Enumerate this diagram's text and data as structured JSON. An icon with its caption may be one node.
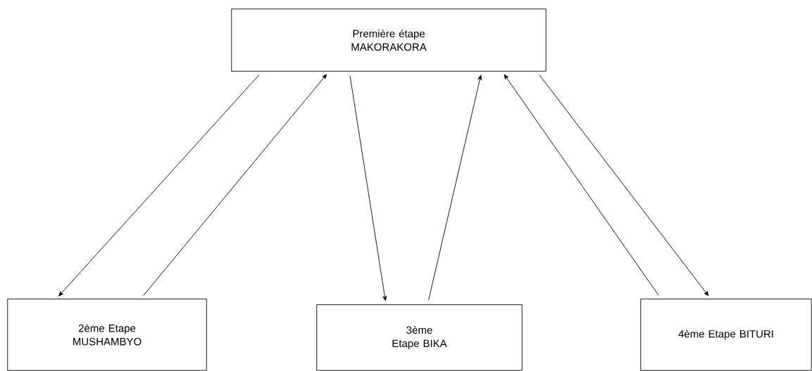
{
  "diagram": {
    "nodes": [
      {
        "text": [
          "Première étape MAKORAKORA"
        ]
      },
      {
        "text": [
          "2ème Etape MUSHAMBYO"
        ]
      },
      {
        "text": [
          "3ème Etape BIKA"
        ]
      },
      {
        "text": [
          "4ème Etape BITURI"
        ]
      }
    ],
    "edges": [
      {
        "from": 0,
        "to": 1,
        "arrow": "to"
      },
      {
        "from": 1,
        "to": 0,
        "arrow": "to"
      },
      {
        "from": 0,
        "to": 2,
        "arrow": "to"
      },
      {
        "from": 2,
        "to": 0,
        "arrow": "to"
      },
      {
        "from": 3,
        "to": 0,
        "arrow": "to"
      },
      {
        "from": 0,
        "to": 3,
        "arrow": "to"
      }
    ]
  }
}
